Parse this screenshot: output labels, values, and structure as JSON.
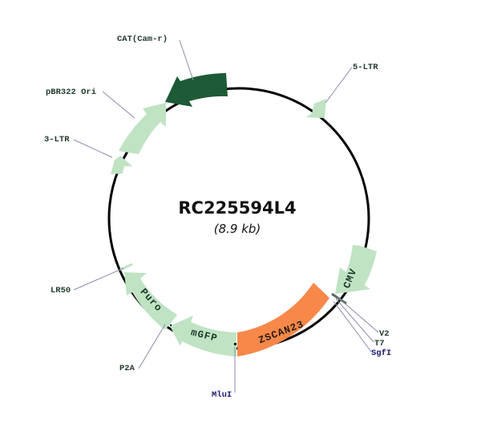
{
  "plasmid": {
    "name": "RC225594L4",
    "size": "(8.9 kb)"
  },
  "colors": {
    "backbone": "#000000",
    "light_feature": "#bfe3c3",
    "dark_feature": "#1d5a36",
    "insert": "#f7884a",
    "leader_line": "#8c8caa",
    "label_text": "#1f3a2a",
    "site_text": "#1a1a6e"
  },
  "chart_data": {
    "type": "plasmid-map",
    "title": "RC225594L4",
    "subtitle": "(8.9 kb)",
    "features": [
      {
        "name": "CAT (Cam-r)",
        "start_deg": -34,
        "end_deg": -7,
        "direction": "counterclockwise",
        "color": "dark"
      },
      {
        "name": "5-LTR",
        "start_deg": 40,
        "end_deg": 50,
        "direction": "clockwise",
        "color": "light"
      },
      {
        "name": "CMV",
        "start_deg": 104,
        "end_deg": 124,
        "direction": "clockwise",
        "color": "light"
      },
      {
        "name": "ZSCAN23",
        "start_deg": 129,
        "end_deg": 180,
        "direction": "none",
        "color": "insert"
      },
      {
        "name": "mGFP",
        "start_deg": 180,
        "end_deg": 214,
        "direction": "clockwise",
        "color": "light"
      },
      {
        "name": "Puro",
        "start_deg": 216,
        "end_deg": 246,
        "direction": "clockwise",
        "color": "light"
      },
      {
        "name": "3-LTR",
        "start_deg": 285,
        "end_deg": 295,
        "direction": "clockwise",
        "color": "light"
      },
      {
        "name": "pBR322 Ori",
        "start_deg": 298,
        "end_deg": 329,
        "direction": "clockwise",
        "color": "light"
      }
    ],
    "sites": [
      {
        "name": "V2",
        "deg": 127
      },
      {
        "name": "T7",
        "deg": 128
      },
      {
        "name": "SgfI",
        "deg": 129
      },
      {
        "name": "MluI",
        "deg": 180
      },
      {
        "name": "P2A",
        "deg": 215
      },
      {
        "name": "LR50",
        "deg": 251
      }
    ]
  },
  "labels": {
    "cat": "CAT(Cam-r)",
    "ltr5": "5-LTR",
    "ori": "pBR322 Ori",
    "ltr3": "3-LTR",
    "lr50": "LR50",
    "p2a": "P2A",
    "mlui": "MluI",
    "v2": "V2",
    "t7": "T7",
    "sgfi": "SgfI",
    "cmv": "CMV",
    "zscan23": "ZSCAN23",
    "mgfp": "mGFP",
    "puro": "Puro"
  }
}
